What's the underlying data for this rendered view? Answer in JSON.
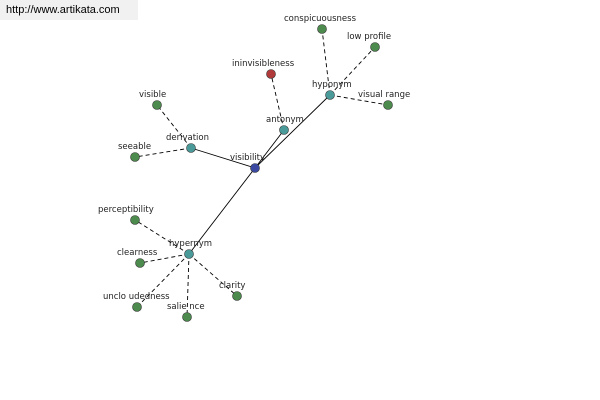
{
  "watermark": "http://www.artikata.com",
  "colors": {
    "center": "#3b4aa0",
    "relation": "#4a9a9a",
    "leaf": "#4d8a4d",
    "antonym_leaf": "#b03a3a",
    "line": "#000000"
  },
  "graph": {
    "center": "visibility",
    "relations": [
      {
        "label": "hyponym",
        "leaves": [
          "conspicuousness",
          "low profile",
          "visual range"
        ]
      },
      {
        "label": "antonym",
        "leaves": [
          "ininvisibleness"
        ]
      },
      {
        "label": "derivation",
        "leaves": [
          "visible",
          "seeable"
        ]
      },
      {
        "label": "hypernym",
        "leaves": [
          "perceptibility",
          "clearness",
          "unclo udedness",
          "salie nce",
          "clarity"
        ]
      }
    ]
  }
}
